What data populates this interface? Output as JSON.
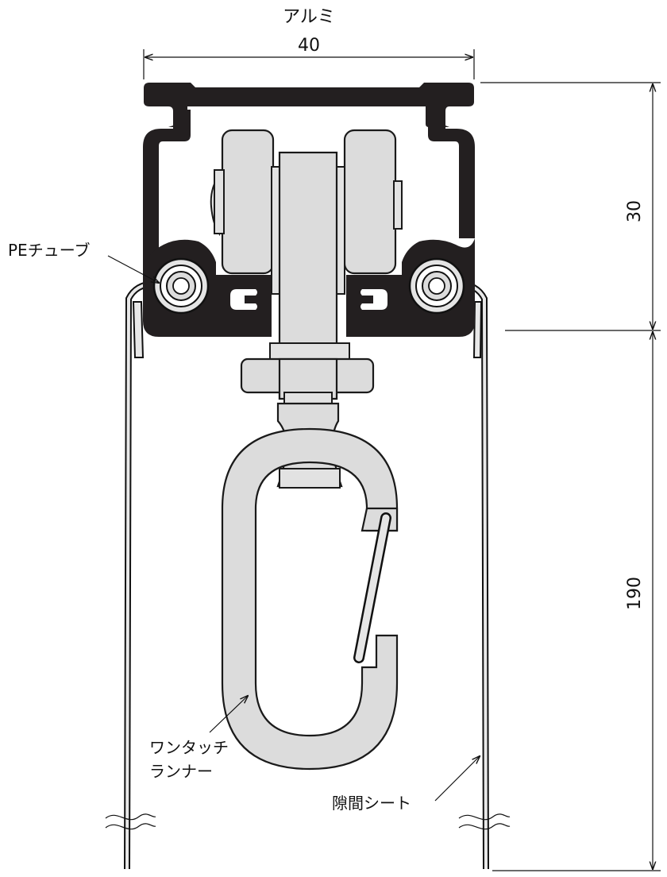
{
  "labels": {
    "material": "アルミ",
    "width_dim": "40",
    "rail_height_dim": "30",
    "sheet_height_dim": "190",
    "pe_tube": "PEチューブ",
    "runner_line1": "ワンタッチ",
    "runner_line2": "ランナー",
    "gap_sheet": "隙間シート"
  },
  "colors": {
    "rail": "#231f20",
    "part_fill": "#dcdcdc",
    "line": "#111111"
  }
}
